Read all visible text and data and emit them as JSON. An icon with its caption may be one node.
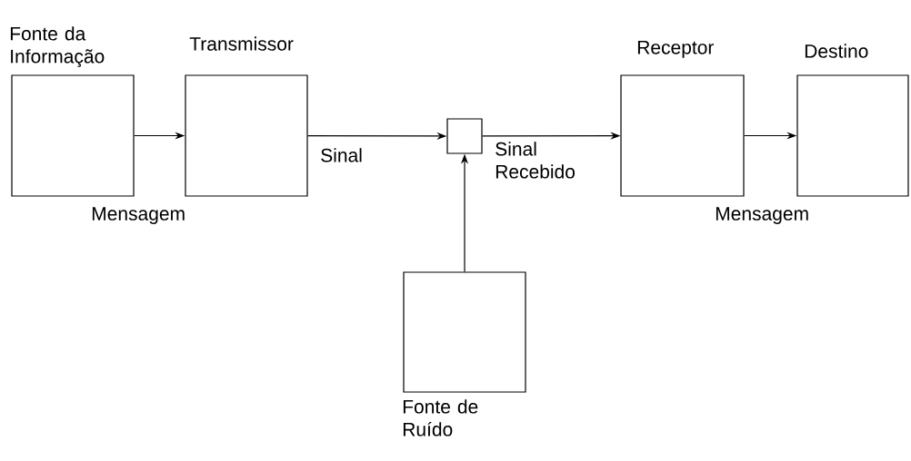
{
  "diagram": {
    "nodes": [
      {
        "text": [
          "Fonte da Informação"
        ]
      },
      {
        "text": [
          "Transmissor"
        ]
      },
      {
        "text": [],
        "shape": "box"
      },
      {
        "text": [
          "Receptor"
        ]
      },
      {
        "text": [
          "Destino"
        ]
      },
      {
        "text": [
          "Fonte de Ruído"
        ]
      }
    ],
    "edges": [
      {
        "from": 0,
        "to": 1,
        "arrow": "to",
        "label": "Mensagem"
      },
      {
        "from": 1,
        "to": 2,
        "arrow": "to",
        "label": "Sinal"
      },
      {
        "from": 2,
        "to": 3,
        "arrow": "to",
        "label": "Sinal Recebido"
      },
      {
        "from": 3,
        "to": 4,
        "arrow": "to",
        "label": "Mensagem"
      },
      {
        "from": 5,
        "to": 2,
        "arrow": "to"
      }
    ]
  }
}
